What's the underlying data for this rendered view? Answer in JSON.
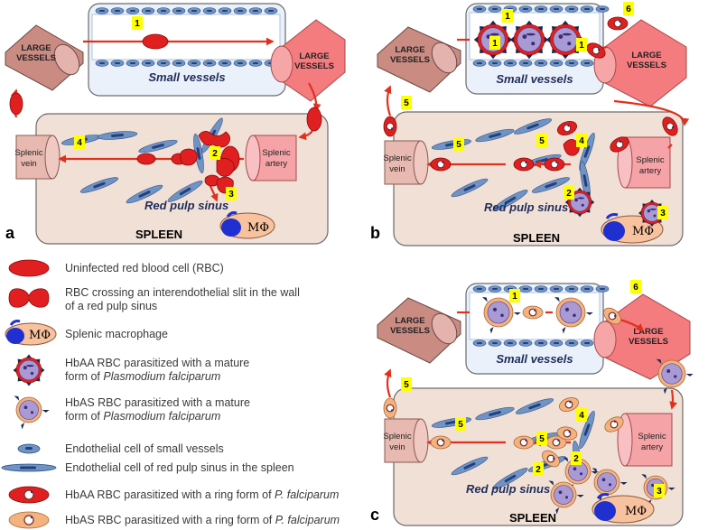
{
  "colors": {
    "rbc_red": "#e02020",
    "hbas_orange": "#f4b27f",
    "spleen_bg": "#f1e0d6",
    "small_vessel_bg": "#eaf1fb",
    "endothelial": "#6f93c4",
    "large_vessel_left": "#c98b82",
    "large_vessel_right": "#f47b7e",
    "splenic_vein": "#e7b9b0",
    "splenic_artery": "#f5a3a6",
    "macrophage": "#f8c29e",
    "macrophage_nucleus": "#2030d0",
    "number_badge": "#ffff00",
    "arrow": "#e0301e"
  },
  "panels": [
    {
      "letter": "a",
      "small_vessels": "Small vessels",
      "large_vessels_left": [
        "LARGE",
        "VESSELS"
      ],
      "large_vessels_right": [
        "LARGE",
        "VESSELS"
      ],
      "splenic_vein": [
        "Splenic",
        "vein"
      ],
      "splenic_artery": [
        "Splenic",
        "artery"
      ],
      "red_pulp": "Red pulp sinus",
      "spleen": "SPLEEN",
      "macrophage": "MΦ",
      "numbers": [
        "1",
        "2",
        "3",
        "4"
      ]
    },
    {
      "letter": "b",
      "small_vessels": "Small vessels",
      "large_vessels_left": [
        "LARGE",
        "VESSELS"
      ],
      "large_vessels_right": [
        "LARGE",
        "VESSELS"
      ],
      "splenic_vein": [
        "Splenic",
        "vein"
      ],
      "splenic_artery": [
        "Splenic",
        "artery"
      ],
      "red_pulp": "Red pulp sinus",
      "spleen": "SPLEEN",
      "macrophage": "MΦ",
      "numbers": [
        "1",
        "1",
        "1",
        "6",
        "5",
        "4",
        "5",
        "5",
        "2",
        "3"
      ]
    },
    {
      "letter": "c",
      "small_vessels": "Small vessels",
      "large_vessels_left": [
        "LARGE",
        "VESSELS"
      ],
      "large_vessels_right": [
        "LARGE",
        "VESSELS"
      ],
      "splenic_vein": [
        "Splenic",
        "vein"
      ],
      "splenic_artery": [
        "Splenic",
        "artery"
      ],
      "red_pulp": "Red pulp sinus",
      "spleen": "SPLEEN",
      "macrophage": "MΦ",
      "numbers": [
        "1",
        "6",
        "5",
        "4",
        "5",
        "5",
        "2",
        "2",
        "3"
      ]
    }
  ],
  "legend": [
    {
      "line1": "Uninfected red blood cell (RBC)",
      "line2": ""
    },
    {
      "line1": "RBC crossing an interendothelial slit in the wall",
      "line2": "of a red pulp sinus"
    },
    {
      "line1": "Splenic macrophage",
      "line2": ""
    },
    {
      "line1": "HbAA RBC parasitized with a mature",
      "line2a": "form of ",
      "line2b": "Plasmodium falciparum"
    },
    {
      "line1": "HbAS RBC parasitized with a mature",
      "line2a": "form of ",
      "line2b": "Plasmodium falciparum"
    },
    {
      "line1": "Endothelial cell of small vessels",
      "line2": ""
    },
    {
      "line1": "Endothelial cell of red pulp sinus in the spleen",
      "line2": ""
    },
    {
      "line1a": "HbAA RBC parasitized with a ring form of ",
      "line1b": "P. falciparum"
    },
    {
      "line1a": "HbAS RBC parasitized with a ring form of ",
      "line1b": "P. falciparum"
    }
  ],
  "legend_macrophage": "MΦ"
}
